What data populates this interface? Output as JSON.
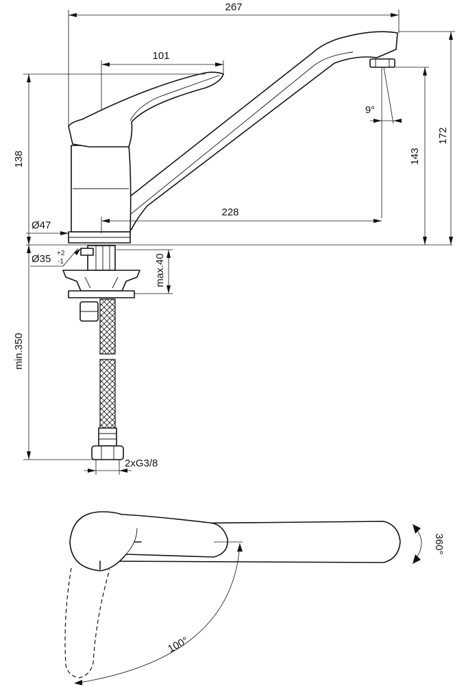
{
  "dimensions": {
    "width_total": "267",
    "lever_length": "101",
    "height_lever": "138",
    "spout_angle": "9°",
    "spout_height": "143",
    "height_total": "172",
    "spout_reach": "228",
    "base_diameter": "Ø47",
    "hole_diameter": "Ø35",
    "hole_tol_plus": "+2",
    "hole_tol_minus": "-1",
    "max_deck": "max.40",
    "hose_length": "min.350",
    "connection": "2xG3/8",
    "swivel_angle": "360°",
    "lever_rotation": "100°"
  }
}
